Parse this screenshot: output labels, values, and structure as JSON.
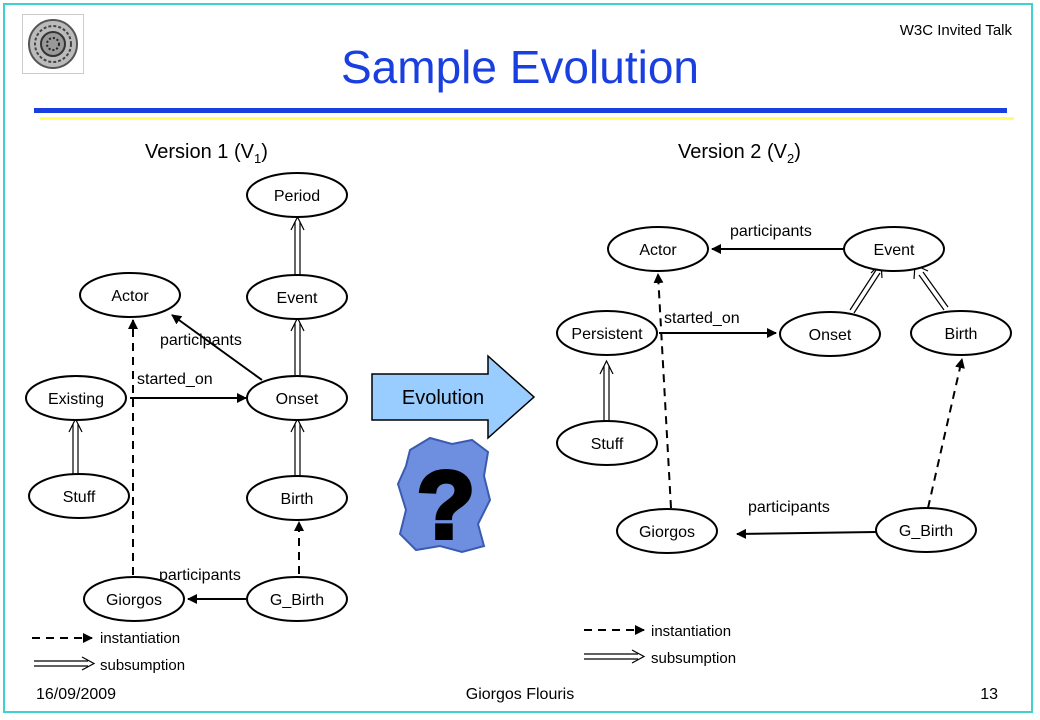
{
  "header": {
    "title": "Sample Evolution",
    "event": "W3C Invited Talk"
  },
  "footer": {
    "date": "16/09/2009",
    "author": "Giorgos Flouris",
    "page": "13"
  },
  "v1": {
    "title": "Version 1 (V",
    "title_sub": "1",
    "title_end": ")",
    "nodes": {
      "period": "Period",
      "actor": "Actor",
      "event": "Event",
      "existing": "Existing",
      "onset": "Onset",
      "stuff": "Stuff",
      "birth": "Birth",
      "giorgos": "Giorgos",
      "gbirth": "G_Birth"
    },
    "edges": {
      "participants_upper": "participants",
      "started_on": "started_on",
      "participants_lower": "participants"
    },
    "legend": {
      "instantiation": "instantiation",
      "subsumption": "subsumption"
    }
  },
  "v2": {
    "title": "Version 2 (V",
    "title_sub": "2",
    "title_end": ")",
    "nodes": {
      "actor": "Actor",
      "event": "Event",
      "persistent": "Persistent",
      "onset": "Onset",
      "birth": "Birth",
      "stuff": "Stuff",
      "giorgos": "Giorgos",
      "gbirth": "G_Birth"
    },
    "edges": {
      "participants_upper": "participants",
      "started_on": "started_on",
      "participants_lower": "participants"
    },
    "legend": {
      "instantiation": "instantiation",
      "subsumption": "subsumption"
    }
  },
  "evolution_arrow": {
    "label": "Evolution",
    "color": "#99ccff"
  },
  "question_mark": {
    "glyph": "?",
    "color": "#6e8fe0"
  },
  "colors": {
    "title": "#1a3fe0",
    "frame": "#3fd0d0",
    "rule_blue": "#1a3fe0",
    "rule_yellow": "#ffff66"
  }
}
